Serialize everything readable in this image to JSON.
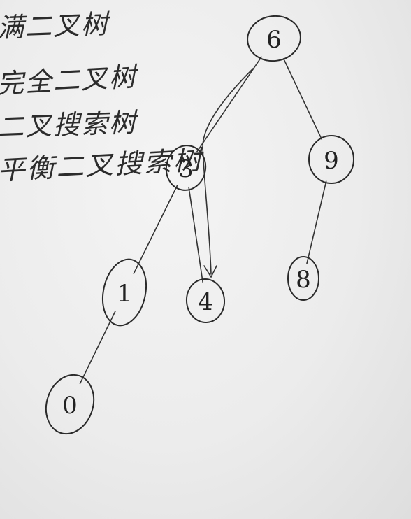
{
  "notes": [
    "满二叉树",
    "完全二叉树",
    "二叉搜索树",
    "平衡二叉搜索树"
  ],
  "tree": {
    "nodes": [
      {
        "id": "n6",
        "label": "6"
      },
      {
        "id": "n3",
        "label": "3"
      },
      {
        "id": "n9",
        "label": "9"
      },
      {
        "id": "n1",
        "label": "1"
      },
      {
        "id": "n4",
        "label": "4"
      },
      {
        "id": "n8",
        "label": "8"
      },
      {
        "id": "n0",
        "label": "0"
      }
    ],
    "edges": [
      [
        "n6",
        "n3"
      ],
      [
        "n6",
        "n9"
      ],
      [
        "n3",
        "n1"
      ],
      [
        "n3",
        "n4"
      ],
      [
        "n9",
        "n8"
      ],
      [
        "n1",
        "n0"
      ]
    ]
  },
  "colors": {
    "ink": "#2a2a2a",
    "paper": "#efefef"
  }
}
